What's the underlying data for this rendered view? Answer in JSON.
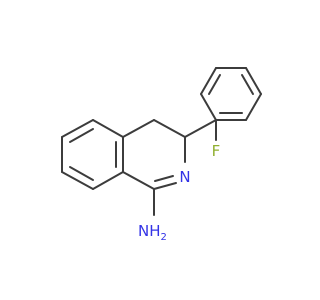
{
  "molecule": {
    "atoms": [
      {
        "id": "nitrogen",
        "label": "N",
        "color": "#3333e6"
      },
      {
        "id": "amine",
        "label": "NH",
        "subscript": "2",
        "color": "#3333e6"
      },
      {
        "id": "fluorine",
        "label": "F",
        "color": "#90b030"
      }
    ],
    "bond_color": "#3c3c3c"
  }
}
